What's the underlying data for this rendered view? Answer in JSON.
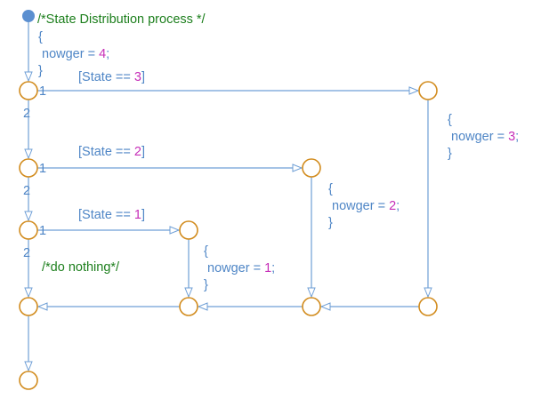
{
  "header_comment": "/*State Distribution process */",
  "default_action": {
    "open": "{",
    "lhs": "nowger = ",
    "value": "4",
    "end": ";",
    "close": "}"
  },
  "branches": [
    {
      "condition_pre": "[State == ",
      "condition_value": "3",
      "condition_post": "]",
      "priority_true": "1",
      "priority_false": "2",
      "action": {
        "open": "{",
        "lhs": "nowger = ",
        "value": "3",
        "end": ";",
        "close": "}"
      }
    },
    {
      "condition_pre": "[State == ",
      "condition_value": "2",
      "condition_post": "]",
      "priority_true": "1",
      "priority_false": "2",
      "action": {
        "open": "{",
        "lhs": "nowger = ",
        "value": "2",
        "end": ";",
        "close": "}"
      }
    },
    {
      "condition_pre": "[State == ",
      "condition_value": "1",
      "condition_post": "]",
      "priority_true": "1",
      "priority_false": "2",
      "action": {
        "open": "{",
        "lhs": "nowger = ",
        "value": "1",
        "end": ";",
        "close": "}"
      }
    }
  ],
  "else_comment": "/*do nothing*/",
  "colors": {
    "line": "#6f9fd6",
    "junction": "#d28c1e",
    "comment": "#1d7f1d",
    "number": "#c62fb8",
    "default_dot": "#5b8fd0"
  }
}
